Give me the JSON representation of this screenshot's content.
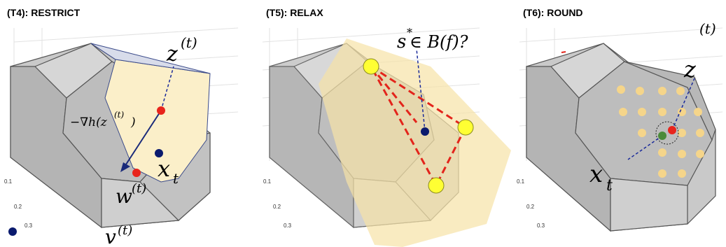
{
  "panels": [
    {
      "title": "(T4): RESTRICT",
      "labels": {
        "z": "z",
        "z_sup": "(t)",
        "grad_a": "−∇h(z",
        "grad_sup": "(t)",
        "grad_b": ")",
        "x": "x",
        "x_sub": "t",
        "w": "w",
        "w_sup": "(t)",
        "v": "v",
        "v_sup": "(t)"
      },
      "ticks": [
        "0.1",
        "0.2",
        "0.3"
      ]
    },
    {
      "title": "(T5): RELAX",
      "labels": {
        "s": "s",
        "s_sup": "*",
        "s_rest": " ∈ B(f)?"
      },
      "ticks": [
        "0.1",
        "0.2",
        "0.3"
      ]
    },
    {
      "title": "(T6): ROUND",
      "labels": {
        "z": "z",
        "z_sup": "(t)",
        "x": "x",
        "x_sub": "t"
      },
      "ticks": [
        "0.1",
        "0.2",
        "0.3"
      ]
    }
  ],
  "colors": {
    "polytope_fill": "#c8c8c8",
    "polytope_edge": "#555555",
    "face_highlight": "#fbefc9",
    "relax_region": "#f7e3a6",
    "red_point": "#e8241c",
    "blue_point": "#0a1a6e",
    "yellow_point": "#ffff33",
    "green_point": "#4a8a3a",
    "grid_dot": "#f5d58a",
    "dashed_red": "#e3241b",
    "dashed_blue": "#1a2a9a"
  }
}
